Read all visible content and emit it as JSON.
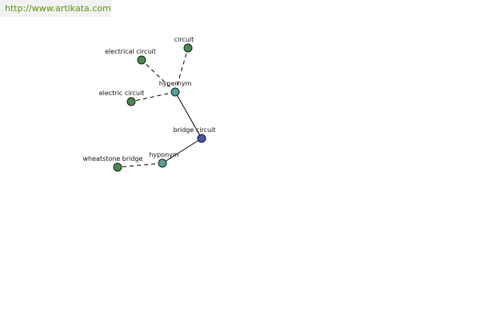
{
  "header": {
    "url": "http://www.artikata.com"
  },
  "colors": {
    "main": "#4455aa",
    "relation": "#55a09a",
    "word": "#4a8a4a"
  },
  "nodes": {
    "bridge_circuit": {
      "label": "bridge circuit",
      "kind": "main"
    },
    "hypernym": {
      "label": "hypernym",
      "kind": "relation"
    },
    "hyponym": {
      "label": "hyponym",
      "kind": "relation"
    },
    "circuit": {
      "label": "circuit",
      "kind": "word"
    },
    "electrical_circuit": {
      "label": "electrical circuit",
      "kind": "word"
    },
    "electric_circuit": {
      "label": "electric circuit",
      "kind": "word"
    },
    "wheatstone_bridge": {
      "label": "wheatstone bridge",
      "kind": "word"
    }
  },
  "edges": [
    {
      "from": "bridge_circuit",
      "to": "hypernym",
      "style": "solid"
    },
    {
      "from": "bridge_circuit",
      "to": "hyponym",
      "style": "solid"
    },
    {
      "from": "hypernym",
      "to": "circuit",
      "style": "dashed"
    },
    {
      "from": "hypernym",
      "to": "electrical_circuit",
      "style": "dashed"
    },
    {
      "from": "hypernym",
      "to": "electric_circuit",
      "style": "dashed"
    },
    {
      "from": "hyponym",
      "to": "wheatstone_bridge",
      "style": "dashed"
    }
  ]
}
